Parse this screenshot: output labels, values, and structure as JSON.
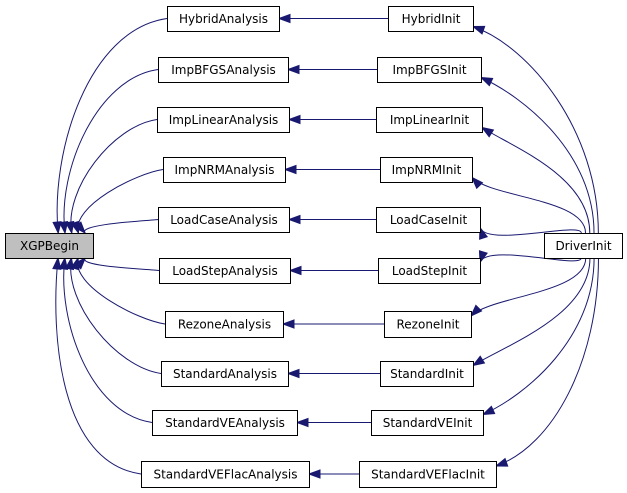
{
  "graph": {
    "edge_color": "#191970",
    "root_fill": "#bfbfbf",
    "nodes": [
      {
        "id": "xgpbegin",
        "label": "XGPBegin"
      },
      {
        "id": "hybrid-analysis",
        "label": "HybridAnalysis"
      },
      {
        "id": "impbfgs-analysis",
        "label": "ImpBFGSAnalysis"
      },
      {
        "id": "implinear-analysis",
        "label": "ImpLinearAnalysis"
      },
      {
        "id": "impnrm-analysis",
        "label": "ImpNRMAnalysis"
      },
      {
        "id": "loadcase-analysis",
        "label": "LoadCaseAnalysis"
      },
      {
        "id": "loadstep-analysis",
        "label": "LoadStepAnalysis"
      },
      {
        "id": "rezone-analysis",
        "label": "RezoneAnalysis"
      },
      {
        "id": "standard-analysis",
        "label": "StandardAnalysis"
      },
      {
        "id": "standardve-analysis",
        "label": "StandardVEAnalysis"
      },
      {
        "id": "standardveflac-analysis",
        "label": "StandardVEFlacAnalysis"
      },
      {
        "id": "hybrid-init",
        "label": "HybridInit"
      },
      {
        "id": "impbfgs-init",
        "label": "ImpBFGSInit"
      },
      {
        "id": "implinear-init",
        "label": "ImpLinearInit"
      },
      {
        "id": "impnrm-init",
        "label": "ImpNRMInit"
      },
      {
        "id": "loadcase-init",
        "label": "LoadCaseInit"
      },
      {
        "id": "loadstep-init",
        "label": "LoadStepInit"
      },
      {
        "id": "rezone-init",
        "label": "RezoneInit"
      },
      {
        "id": "standard-init",
        "label": "StandardInit"
      },
      {
        "id": "standardve-init",
        "label": "StandardVEInit"
      },
      {
        "id": "standardveflac-init",
        "label": "StandardVEFlacInit"
      },
      {
        "id": "driver-init",
        "label": "DriverInit"
      }
    ],
    "edges": [
      {
        "from": "hybrid-analysis",
        "to": "xgpbegin"
      },
      {
        "from": "impbfgs-analysis",
        "to": "xgpbegin"
      },
      {
        "from": "implinear-analysis",
        "to": "xgpbegin"
      },
      {
        "from": "impnrm-analysis",
        "to": "xgpbegin"
      },
      {
        "from": "loadcase-analysis",
        "to": "xgpbegin"
      },
      {
        "from": "loadstep-analysis",
        "to": "xgpbegin"
      },
      {
        "from": "rezone-analysis",
        "to": "xgpbegin"
      },
      {
        "from": "standard-analysis",
        "to": "xgpbegin"
      },
      {
        "from": "standardve-analysis",
        "to": "xgpbegin"
      },
      {
        "from": "standardveflac-analysis",
        "to": "xgpbegin"
      },
      {
        "from": "hybrid-init",
        "to": "hybrid-analysis"
      },
      {
        "from": "impbfgs-init",
        "to": "impbfgs-analysis"
      },
      {
        "from": "implinear-init",
        "to": "implinear-analysis"
      },
      {
        "from": "impnrm-init",
        "to": "impnrm-analysis"
      },
      {
        "from": "loadcase-init",
        "to": "loadcase-analysis"
      },
      {
        "from": "loadstep-init",
        "to": "loadstep-analysis"
      },
      {
        "from": "rezone-init",
        "to": "rezone-analysis"
      },
      {
        "from": "standard-init",
        "to": "standard-analysis"
      },
      {
        "from": "standardve-init",
        "to": "standardve-analysis"
      },
      {
        "from": "standardveflac-init",
        "to": "standardveflac-analysis"
      },
      {
        "from": "driver-init",
        "to": "hybrid-init"
      },
      {
        "from": "driver-init",
        "to": "impbfgs-init"
      },
      {
        "from": "driver-init",
        "to": "implinear-init"
      },
      {
        "from": "driver-init",
        "to": "impnrm-init"
      },
      {
        "from": "driver-init",
        "to": "loadcase-init"
      },
      {
        "from": "driver-init",
        "to": "loadstep-init"
      },
      {
        "from": "driver-init",
        "to": "rezone-init"
      },
      {
        "from": "driver-init",
        "to": "standard-init"
      },
      {
        "from": "driver-init",
        "to": "standardve-init"
      },
      {
        "from": "driver-init",
        "to": "standardveflac-init"
      }
    ]
  }
}
